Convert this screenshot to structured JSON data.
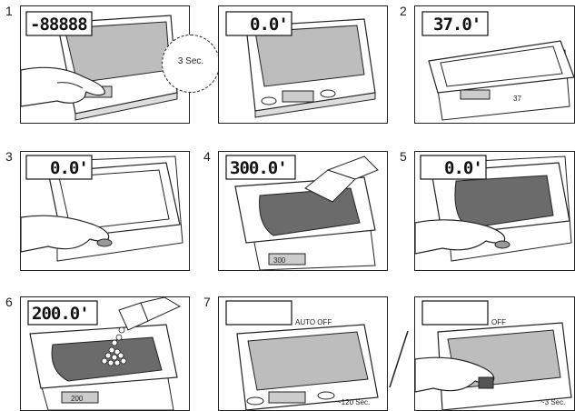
{
  "steps": [
    {
      "number": "1",
      "display": "-88888"
    },
    {
      "number": "",
      "display": "0.0'"
    },
    {
      "number": "2",
      "display": "37.0'"
    },
    {
      "number": "3",
      "display": "0.0'"
    },
    {
      "number": "4",
      "display": "300.0'"
    },
    {
      "number": "5",
      "display": "0.0'"
    },
    {
      "number": "6",
      "display": "200.0'"
    },
    {
      "number": "7",
      "display": ""
    },
    {
      "number": "",
      "display": ""
    }
  ],
  "timer_label": "3 Sec.",
  "auto_off_label": "AUTO OFF",
  "off_label": "OFF",
  "auto_off_time": "~120 Sec.",
  "manual_off_time": "~3 Sec.",
  "scale_small_display_4": "300",
  "scale_small_display_6": "200",
  "scale_small_display_2": "37"
}
